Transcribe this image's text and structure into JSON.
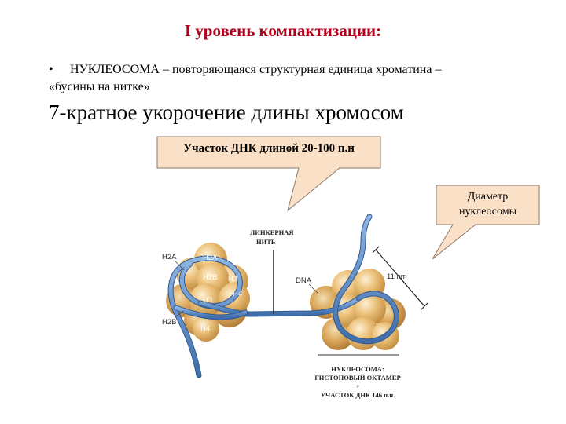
{
  "title": "I уровень компактизации:",
  "bullet": {
    "marker": "•",
    "line1": "НУКЛЕОСОМА – повторяющаяся структурная единица хроматина –",
    "line2": "«бусины на нитке»"
  },
  "subtitle": "7-кратное укорочение длины хромосом",
  "callouts": {
    "dna_segment": "Участок ДНК длиной 20-100 п.н",
    "diameter_line1": "Диаметр",
    "diameter_line2": "нуклеосомы"
  },
  "diagram": {
    "linker_line1": "ЛИНКЕРНАЯ",
    "linker_line2": "НИТЬ",
    "dna": "DNA",
    "size": "11 nm",
    "histones": {
      "h2a_out": "H2A",
      "h2b_out": "H2B",
      "h2a": "H2A",
      "h2b": "H2B",
      "h3_a": "H3",
      "h3_b": "H3",
      "h4_a": "H4",
      "h4_b": "H4"
    },
    "caption_line1": "НУКЛЕОСОМА:",
    "caption_line2": "ГИСТОНОВЫЙ  ОКТАМЕР",
    "caption_line3": "+",
    "caption_line4": "УЧАСТОК  ДНК  146 п.н."
  },
  "colors": {
    "title": "#b0001b",
    "callout_fill": "#fbe0c8",
    "bead": "#e6b769",
    "dna_strand": "#5b88c3"
  }
}
